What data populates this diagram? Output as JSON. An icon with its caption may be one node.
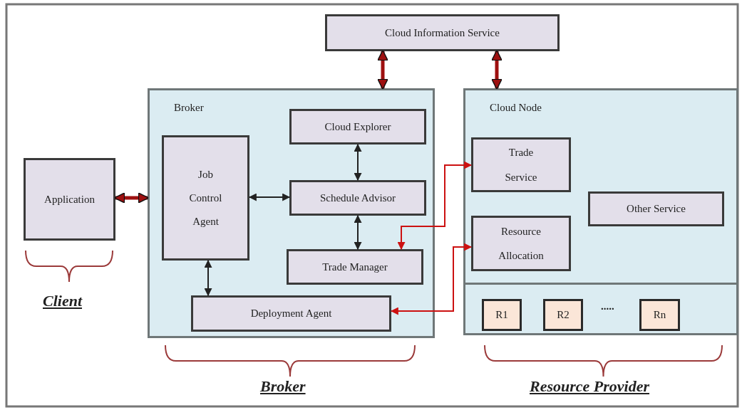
{
  "diagram": {
    "nodes": [
      {
        "text": [
          "Cloud Information Service"
        ]
      },
      {
        "text": [
          "Application"
        ]
      },
      {
        "text": [
          "Broker"
        ]
      },
      {
        "text": [
          "Cloud Explorer"
        ],
        "in": 2
      },
      {
        "text": [
          "Job Control Agent"
        ],
        "in": 2
      },
      {
        "text": [
          "Schedule Advisor"
        ],
        "in": 2
      },
      {
        "text": [
          "Trade Manager"
        ],
        "in": 2
      },
      {
        "text": [
          "Deployment Agent"
        ],
        "in": 2
      },
      {
        "text": [
          "Cloud Node"
        ]
      },
      {
        "text": [
          "Trade Service"
        ],
        "in": 8
      },
      {
        "text": [
          "Resource Allocation"
        ],
        "in": 8
      },
      {
        "text": [
          "Other Service"
        ],
        "in": 8
      },
      {
        "text": [],
        "shape": "box",
        "in": 8
      },
      {
        "text": [
          "R1"
        ],
        "in": 12
      },
      {
        "text": [
          "R2"
        ],
        "in": 12
      },
      {
        "text": [
          "Rn"
        ],
        "in": 12
      }
    ],
    "edges": [
      {
        "from": 1,
        "to": 2,
        "arrow": "both",
        "style": "thick",
        "color": "#9e1010"
      },
      {
        "from": 0,
        "to": 2,
        "arrow": "both",
        "style": "thick",
        "color": "#9e1010"
      },
      {
        "from": 0,
        "to": 8,
        "arrow": "both",
        "style": "thick",
        "color": "#9e1010"
      },
      {
        "from": 3,
        "to": 5,
        "arrow": "both"
      },
      {
        "from": 4,
        "to": 5,
        "arrow": "both"
      },
      {
        "from": 5,
        "to": 6,
        "arrow": "both"
      },
      {
        "from": 4,
        "to": 7,
        "arrow": "both"
      },
      {
        "from": 9,
        "to": 6,
        "arrow": "both",
        "color": "#cc1111"
      },
      {
        "from": 10,
        "to": 7,
        "arrow": "both",
        "color": "#cc1111"
      }
    ],
    "labels": [
      ".....",
      "Client",
      "Broker",
      "Resource Provider"
    ]
  }
}
